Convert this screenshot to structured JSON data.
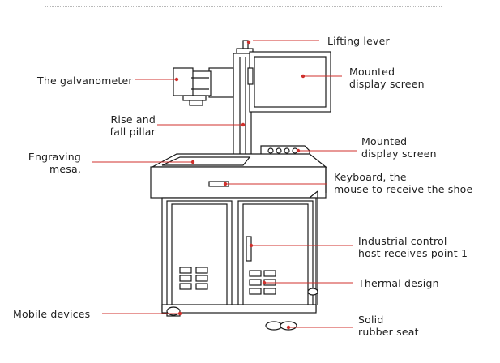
{
  "diagram": {
    "labels": {
      "lifting_lever": "Lifting lever",
      "galvanometer": "The galvanometer",
      "display_screen_1": "Mounted\ndisplay screen",
      "rise_fall_pillar": "Rise and\nfall pillar",
      "display_screen_2": "Mounted\ndisplay screen",
      "engraving_mesa": "Engraving\nmesa,",
      "keyboard": "Keyboard, the\nmouse to receive the shoe",
      "industrial_control": "Industrial control\nhost receives point 1",
      "thermal_design": "Thermal design",
      "mobile_devices": "Mobile devices",
      "rubber_seat": "Solid\nrubber seat"
    },
    "colors": {
      "leader_line": "#d0312d",
      "outline": "#1a1a1a"
    }
  }
}
